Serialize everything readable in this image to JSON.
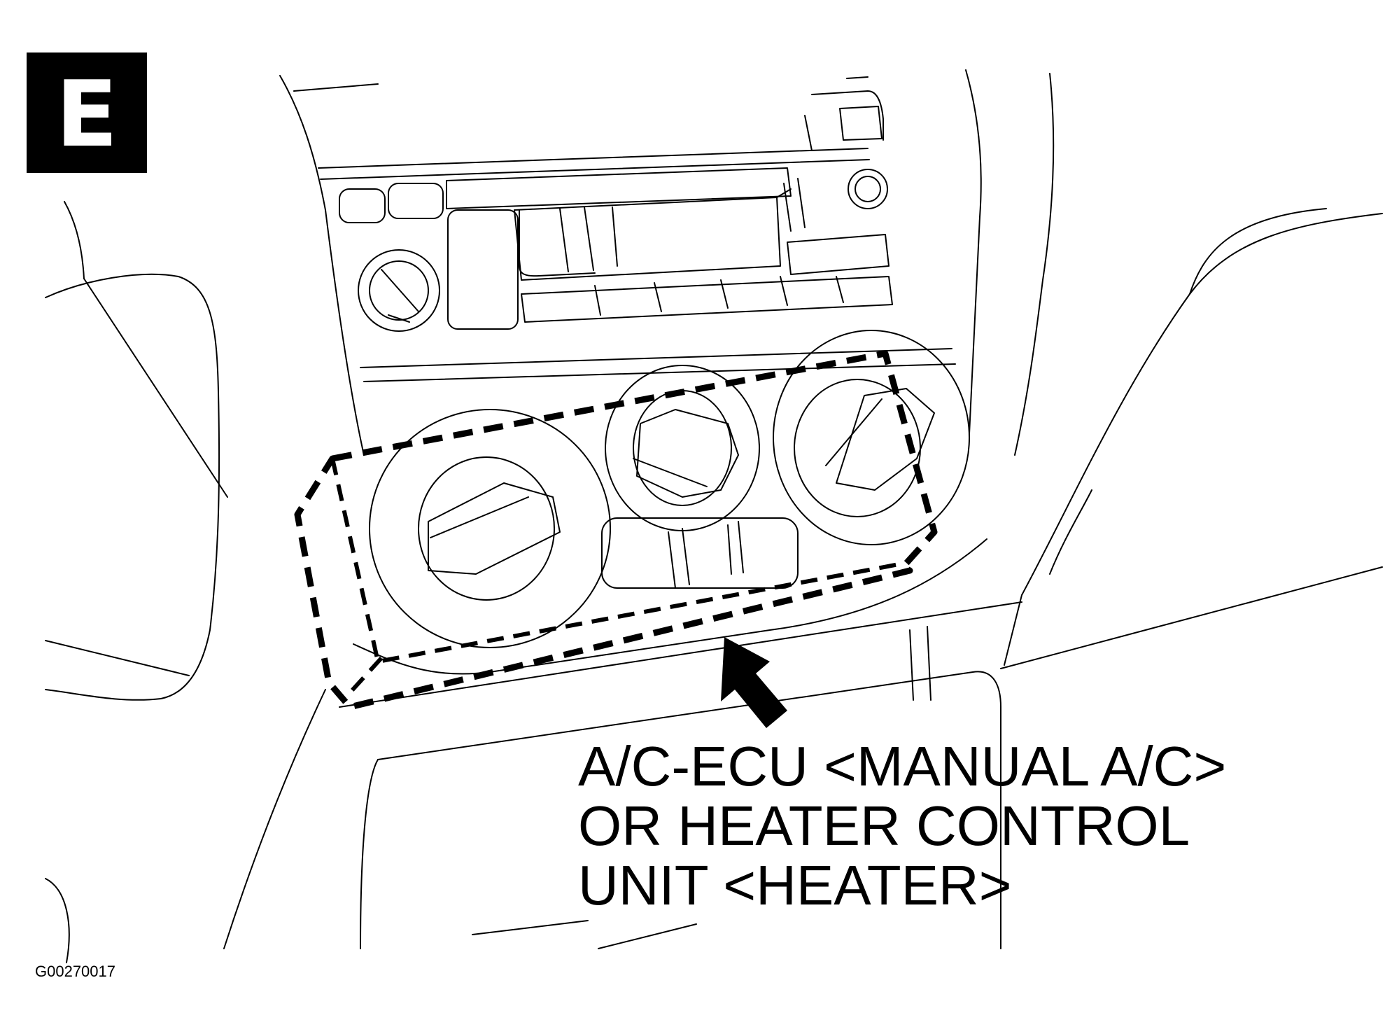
{
  "badge": {
    "letter": "E"
  },
  "callout": {
    "lines": [
      "A/C-ECU <MANUAL A/C>",
      "OR HEATER CONTROL",
      "UNIT <HEATER>"
    ]
  },
  "figure_id": "G00270017",
  "icons": {
    "pointer": "arrow-icon"
  }
}
